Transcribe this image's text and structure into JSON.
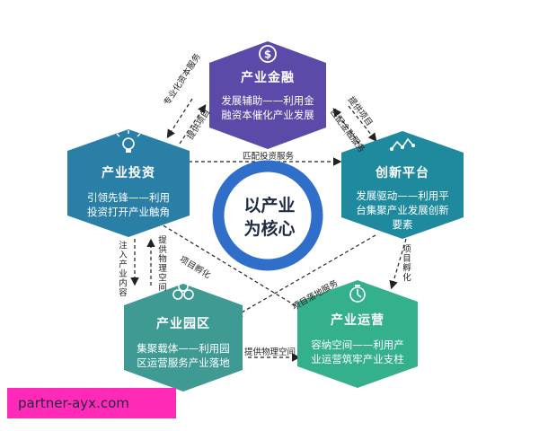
{
  "colors": {
    "finance": "#5b4aa8",
    "investment": "#2a7fa6",
    "innovation": "#1f8a9e",
    "park": "#3f9a94",
    "operation": "#35b08c",
    "ring": "#2f6fc9",
    "watermark_bg": "#ff2bb8"
  },
  "center": {
    "line1": "以产业",
    "line2": "为核心"
  },
  "nodes": {
    "finance": {
      "title": "产业金融",
      "desc_line1": "发展辅助——利用金",
      "desc_line2": "融资本催化产业发展",
      "icon": "dollar-cycle-icon"
    },
    "investment": {
      "title": "产业投资",
      "desc_line1": "引领先锋——利用",
      "desc_line2": "投资打开产业触角",
      "icon": "lightbulb-icon"
    },
    "innovation": {
      "title": "创新平台",
      "desc_line1": "发展驱动——利用平",
      "desc_line2": "台集聚产业发展创新",
      "desc_line3": "要素",
      "icon": "network-icon"
    },
    "park": {
      "title": "产业园区",
      "desc_line1": "集聚载体——利用园",
      "desc_line2": "区运营服务产业落地",
      "icon": "leaf-cluster-icon"
    },
    "operation": {
      "title": "产业运营",
      "desc_line1": "容纳空间——利用产",
      "desc_line2": "业运营筑牢产业支柱",
      "icon": "stopwatch-icon"
    }
  },
  "edges": {
    "match_investment": "匹配投资服务",
    "finance_left_outer": "专业化资本服务",
    "finance_left_inner": "提供项目",
    "finance_right_outer": "提供项目",
    "finance_right_inner": "匹配金融服务",
    "inject_content": "注入产业内容",
    "provide_space_left": "提供物理空间",
    "project_incubation_left": "项目孵化",
    "project_landing": "项目落地服务",
    "project_incubation_right": "项目孵化",
    "provide_space_bottom": "提供物理空间"
  },
  "watermark": "partner-ayx.com"
}
